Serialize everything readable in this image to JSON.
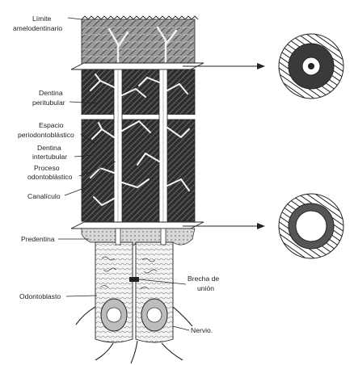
{
  "labels": {
    "limite_line1": "Límite",
    "limite_line2": "amelodentinario",
    "dentina_peritubular_line1": "Dentina",
    "dentina_peritubular_line2": "peritubular",
    "espacio_line1": "Espacio",
    "espacio_line2": "periodontoblástico",
    "dentina_intertubular_line1": "Dentina",
    "dentina_intertubular_line2": "intertubular",
    "proceso_line1": "Proceso",
    "proceso_line2": "odontoblástico",
    "canaliculo": "Canalículo",
    "predentina": "Predentina",
    "odontoblasto": "Odontoblasto",
    "brecha_line1": "Brecha de",
    "brecha_line2": "unión",
    "nervio": "Nervio."
  },
  "colors": {
    "ink": "#1a1a1a",
    "dentin_dark": "#2b2b2b",
    "enamel_gray": "#8a8a8a",
    "paper": "#ffffff"
  }
}
